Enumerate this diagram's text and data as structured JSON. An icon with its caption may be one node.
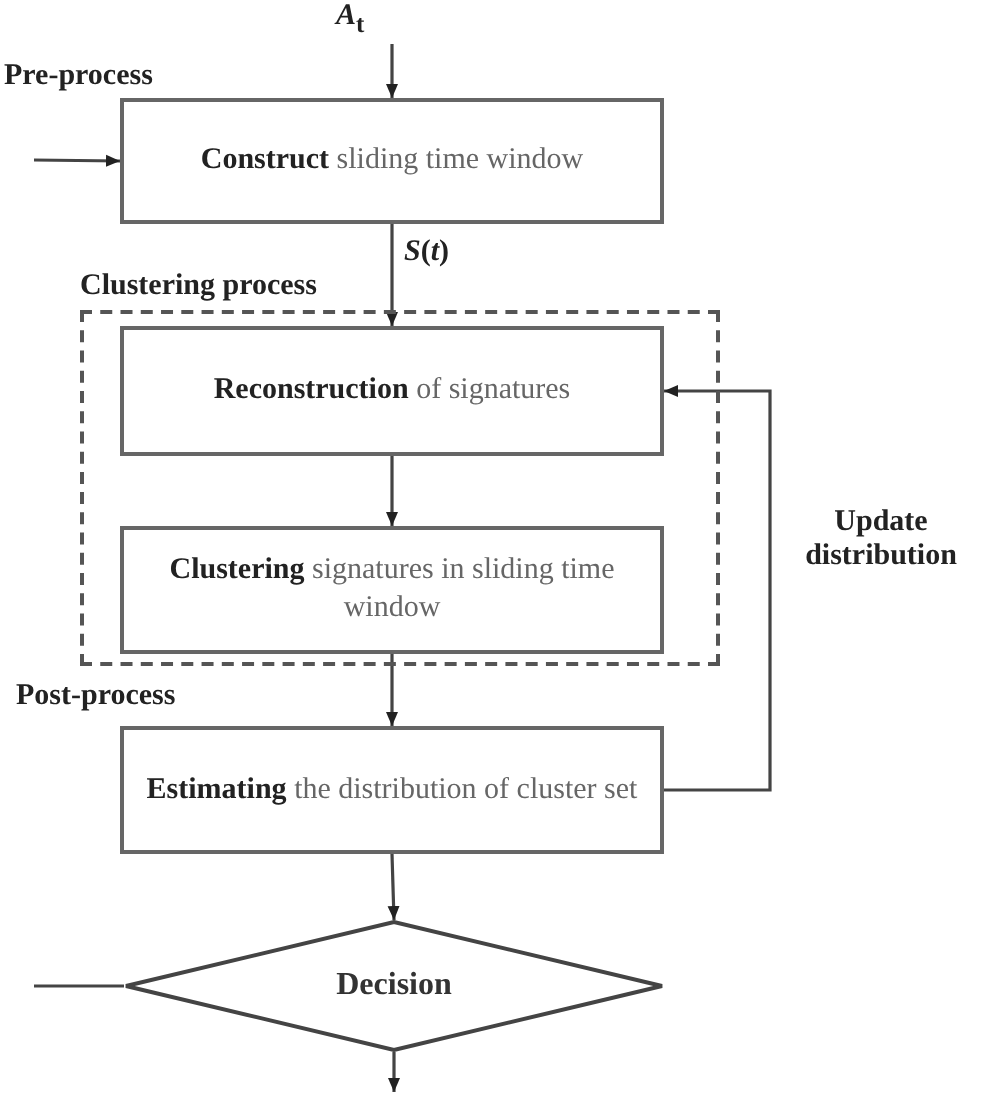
{
  "diagram": {
    "nodes": [
      {
        "text": [
          "**Construct** sliding time window"
        ]
      },
      {
        "text": [
          "Clustering process"
        ]
      },
      {
        "text": [
          "**Reconstruction** of signatures"
        ],
        "in": 1
      },
      {
        "text": [
          "**Clustering** signatures in sliding time window"
        ],
        "in": 1
      },
      {
        "text": [
          "**Estimating** the distribution of cluster set"
        ]
      },
      {
        "text": [
          "Decision"
        ]
      }
    ],
    "edges": [
      {
        "from": null,
        "to": 0,
        "arrow": "to",
        "label": "*A*$_{t}$"
      },
      {
        "from": null,
        "to": 0,
        "arrow": "to"
      },
      {
        "from": 0,
        "to": 2,
        "arrow": "to",
        "label": "*S*(*t*)"
      },
      {
        "from": 2,
        "to": 3,
        "arrow": "to"
      },
      {
        "from": 3,
        "to": 4,
        "arrow": "to"
      },
      {
        "from": 4,
        "to": 2,
        "arrow": "to",
        "label": "Update distribution"
      },
      {
        "from": 4,
        "to": 5,
        "arrow": "to"
      },
      {
        "from": null,
        "to": 5,
        "arrow": "none"
      },
      {
        "from": 5,
        "to": null,
        "arrow": "to"
      }
    ],
    "labels": [
      "Pre-process",
      "Post-process"
    ]
  }
}
